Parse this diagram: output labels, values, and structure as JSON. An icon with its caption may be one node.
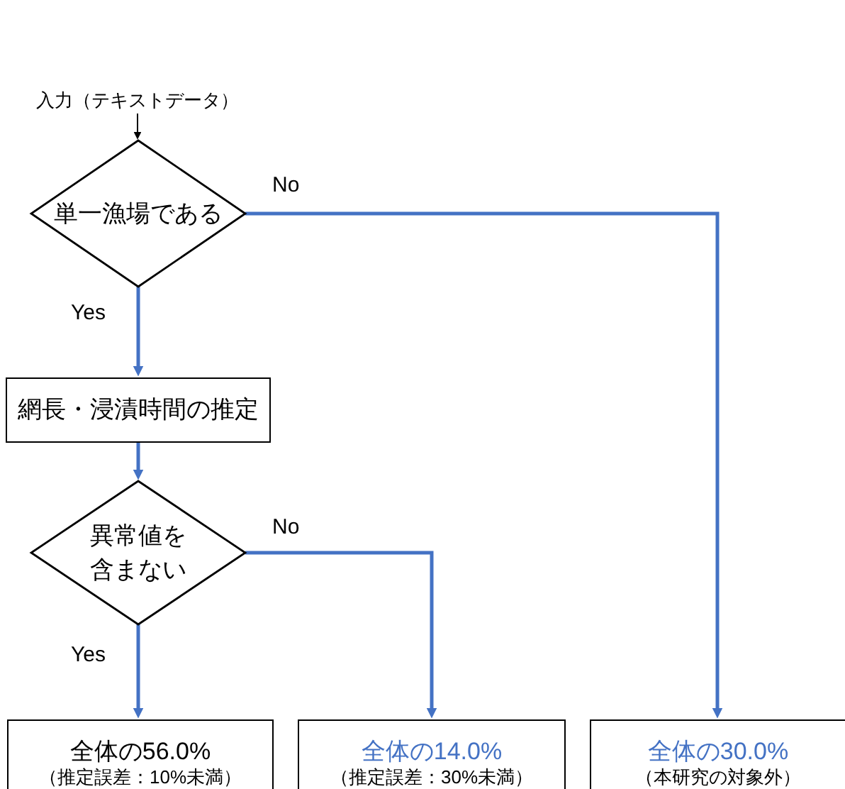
{
  "diagram": {
    "nodes": [
      {
        "text": [
          "入力（テキストデータ）"
        ]
      },
      {
        "text": [
          "単一漁場である"
        ]
      },
      {
        "text": [
          "網長・浸漬時間の推定"
        ]
      },
      {
        "text": [
          "異常値を含まない"
        ]
      },
      {
        "text": [
          "全体の56.0%",
          "（推定誤差：10%未満）"
        ]
      },
      {
        "text": [
          "全体の14.0%",
          "（推定誤差：30%未満）"
        ]
      },
      {
        "text": [
          "全体の30.0%",
          "（本研究の対象外）"
        ]
      }
    ],
    "edges": [
      {
        "from": 0,
        "to": 1,
        "arrow": "to",
        "color": "#000000"
      },
      {
        "from": 1,
        "to": 2,
        "arrow": "to",
        "label": "Yes"
      },
      {
        "from": 1,
        "to": 6,
        "arrow": "to",
        "label": "No"
      },
      {
        "from": 2,
        "to": 3,
        "arrow": "to"
      },
      {
        "from": 3,
        "to": 4,
        "arrow": "to",
        "label": "Yes"
      },
      {
        "from": 3,
        "to": 5,
        "arrow": "to",
        "label": "No"
      }
    ]
  }
}
